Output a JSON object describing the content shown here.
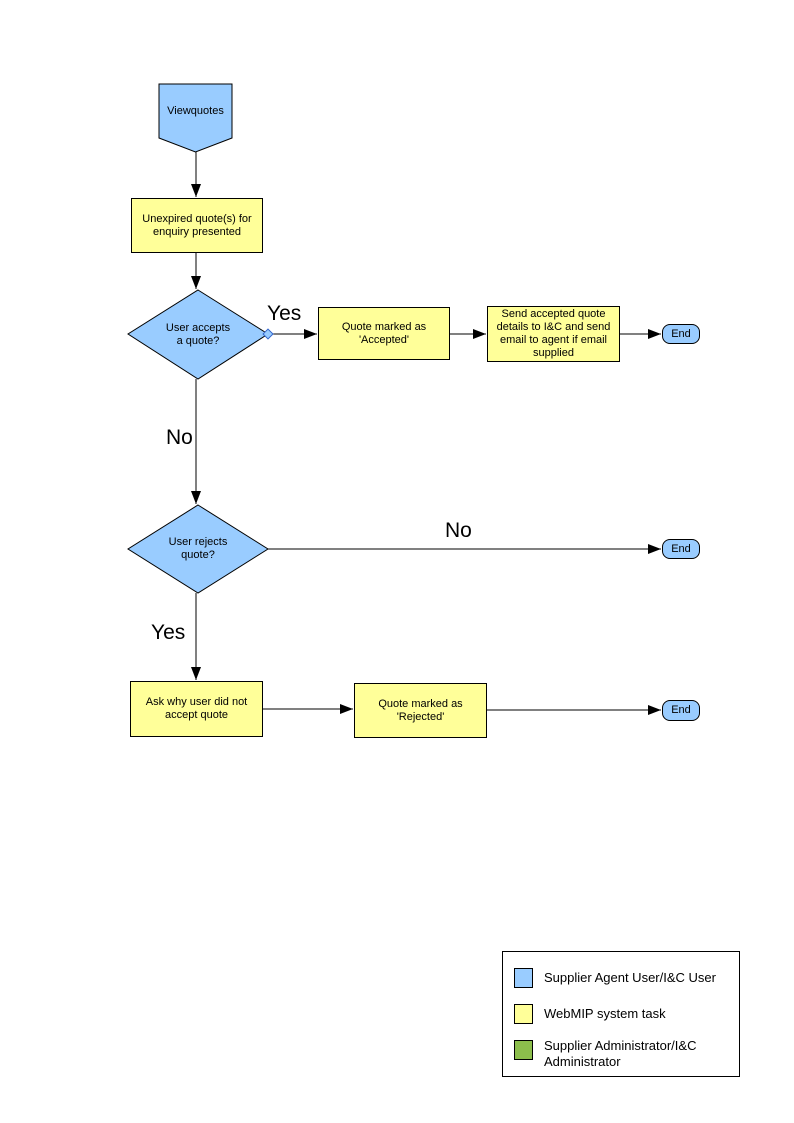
{
  "flowchart": {
    "start": "Viewquotes",
    "steps": {
      "unexpired": "Unexpired quote(s) for enquiry presented",
      "marked_accepted": "Quote marked as 'Accepted'",
      "send_details": "Send accepted quote details to I&C and send email to agent if email supplied",
      "ask_why": "Ask why user did not accept quote",
      "marked_rejected": "Quote marked as 'Rejected'"
    },
    "decisions": {
      "accepts": "User accepts a quote?",
      "rejects": "User rejects quote?"
    },
    "edge_labels": {
      "accept_yes": "Yes",
      "accept_no": "No",
      "reject_no": "No",
      "reject_yes": "Yes"
    },
    "terminators": {
      "accept_end": "End",
      "reject_no_end": "End",
      "reject_yes_end": "End"
    },
    "colors": {
      "user_shape_blue": "#99CCFF",
      "system_task_yellow": "#FFFF99",
      "admin_green": "#8CBE4C",
      "outline": "#000000"
    }
  },
  "legend": {
    "items": [
      {
        "label": "Supplier Agent User/I&C User",
        "color": "#99CCFF"
      },
      {
        "label": "WebMIP system task",
        "color": "#FFFF99"
      },
      {
        "label": "Supplier Administrator/I&C Administrator",
        "color": "#8CBE4C"
      }
    ]
  }
}
